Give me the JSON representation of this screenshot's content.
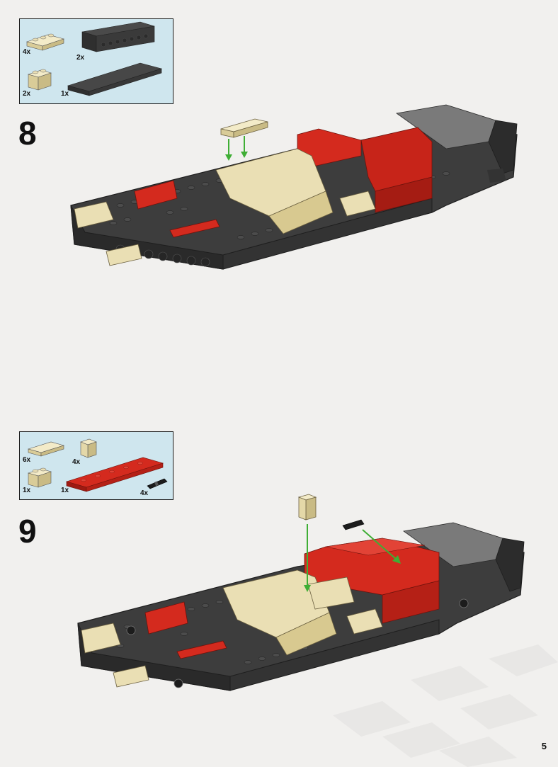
{
  "page": {
    "number": "5"
  },
  "colors": {
    "background": "#f1f0ee",
    "parts_box": "#cfe6ee",
    "dark_gray": "#3a3a3a",
    "red": "#d42a1e",
    "tan": "#eadfb4",
    "light_gray": "#8a8a8a",
    "arrow": "#3fae35"
  },
  "steps": [
    {
      "number": "8",
      "parts": [
        {
          "name": "tan plate 1x3",
          "qty": "4x"
        },
        {
          "name": "dark gray technic brick 1x8",
          "qty": "2x"
        },
        {
          "name": "tan brick 1x2",
          "qty": "2x"
        },
        {
          "name": "dark gray plate 2x8",
          "qty": "1x"
        }
      ]
    },
    {
      "number": "9",
      "parts": [
        {
          "name": "tan tile 1x2",
          "qty": "6x"
        },
        {
          "name": "tan bracket 1x1",
          "qty": "4x"
        },
        {
          "name": "tan brick 1x2",
          "qty": "1x"
        },
        {
          "name": "red plate 2x10",
          "qty": "1x"
        },
        {
          "name": "black technic pin",
          "qty": "4x"
        }
      ]
    }
  ]
}
